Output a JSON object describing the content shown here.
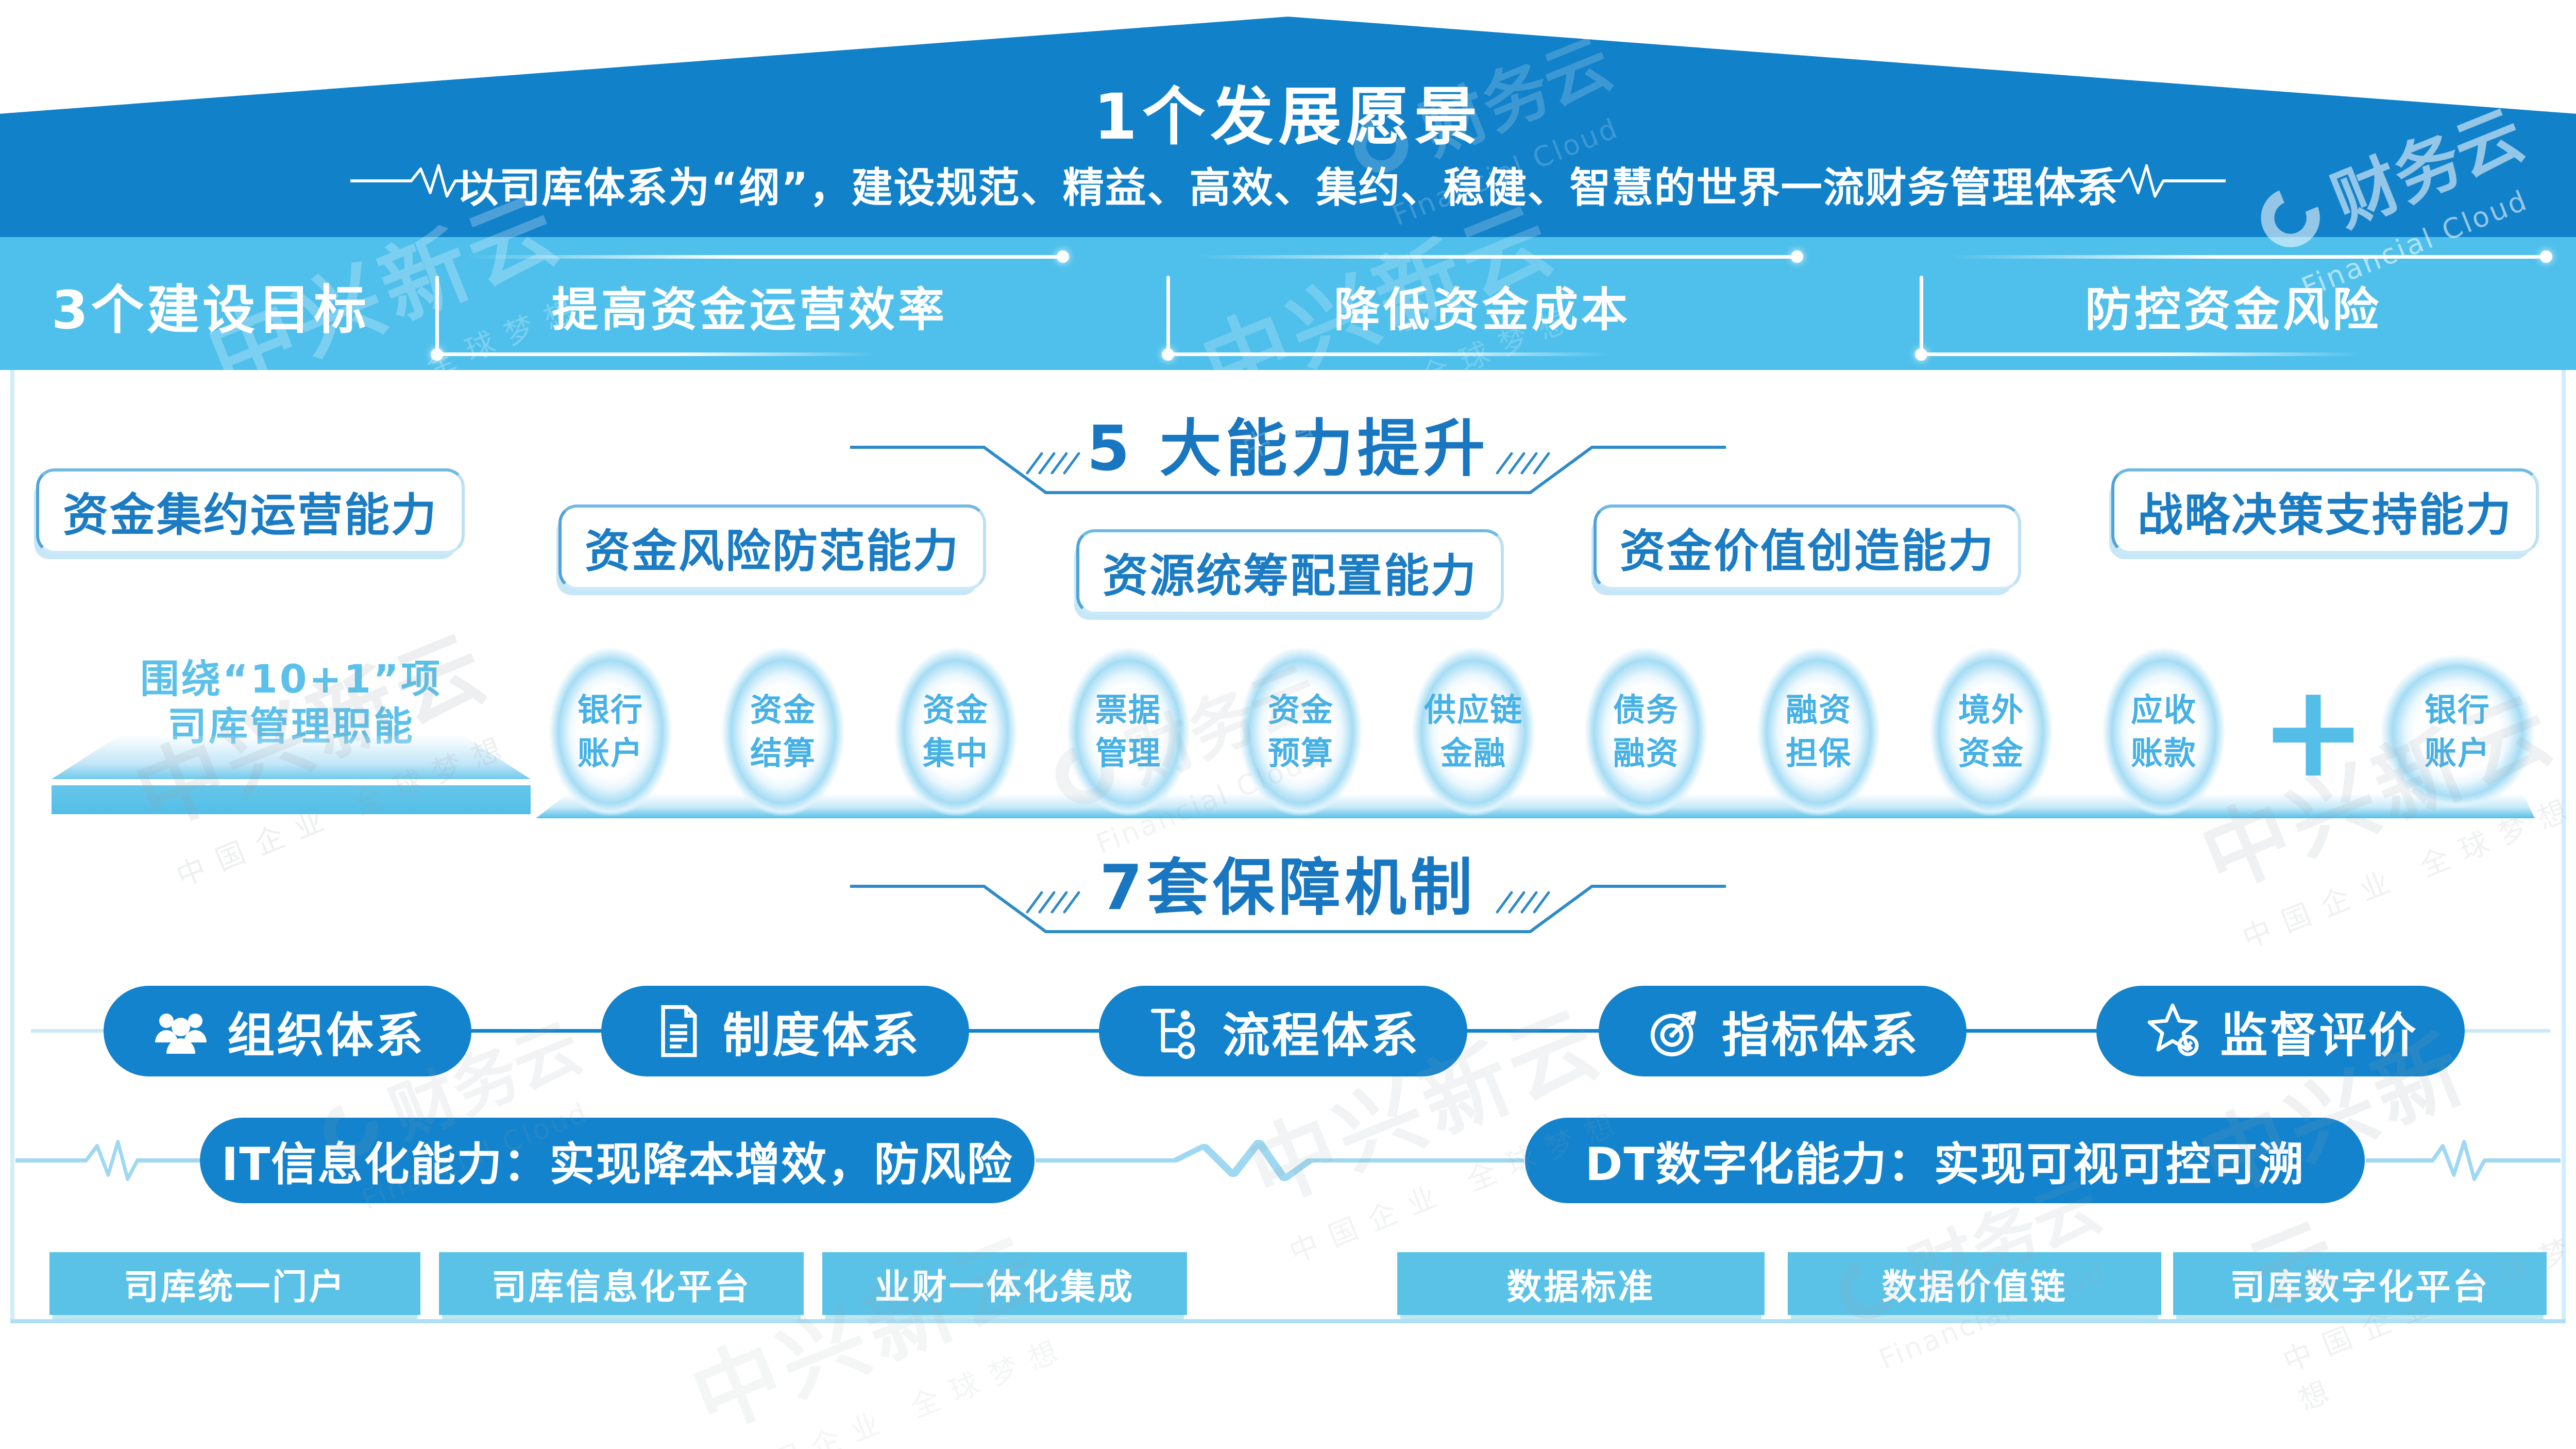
{
  "colors": {
    "header_blue": "#1181CA",
    "band_blue": "#4FC0EB",
    "deep_blue": "#1283CC",
    "title_blue": "#1877C0",
    "light_blue": "#5BC2E7",
    "circle_text": "#45B1E6"
  },
  "header": {
    "title": "1个发展愿景",
    "subtitle": "以司库体系为“纲”，建设规范、精益、高效、集约、稳健、智慧的世界一流财务管理体系"
  },
  "goals": {
    "label": "3个建设目标",
    "items": [
      {
        "label": "提高资金运营效率"
      },
      {
        "label": "降低资金成本"
      },
      {
        "label": "防控资金风险"
      }
    ]
  },
  "capabilities": {
    "title": "5 大能力提升",
    "items": [
      {
        "label": "资金集约运营能力"
      },
      {
        "label": "资金风险防范能力"
      },
      {
        "label": "资源统筹配置能力"
      },
      {
        "label": "资金价值创造能力"
      },
      {
        "label": "战略决策支持能力"
      }
    ]
  },
  "functions": {
    "caption_line1": "围绕“10+1”项",
    "caption_line2": "司库管理职能",
    "items": [
      {
        "l1": "银行",
        "l2": "账户"
      },
      {
        "l1": "资金",
        "l2": "结算"
      },
      {
        "l1": "资金",
        "l2": "集中"
      },
      {
        "l1": "票据",
        "l2": "管理"
      },
      {
        "l1": "资金",
        "l2": "预算"
      },
      {
        "l1": "供应链",
        "l2": "金融"
      },
      {
        "l1": "债务",
        "l2": "融资"
      },
      {
        "l1": "融资",
        "l2": "担保"
      },
      {
        "l1": "境外",
        "l2": "资金"
      },
      {
        "l1": "应收",
        "l2": "账款"
      }
    ],
    "plus_sign": "+",
    "extra": {
      "l1": "银行",
      "l2": "账户"
    }
  },
  "mechanisms": {
    "title": "7套保障机制",
    "pills": [
      {
        "label": "组织体系",
        "icon": "people-icon"
      },
      {
        "label": "制度体系",
        "icon": "document-icon"
      },
      {
        "label": "流程体系",
        "icon": "process-icon"
      },
      {
        "label": "指标体系",
        "icon": "target-icon"
      },
      {
        "label": "监督评价",
        "icon": "star-icon"
      }
    ],
    "bars": [
      {
        "label": "IT信息化能力：实现降本增效，防风险"
      },
      {
        "label": "DT数字化能力：实现可视可控可溯"
      }
    ]
  },
  "platforms": {
    "items": [
      {
        "label": "司库统一门户"
      },
      {
        "label": "司库信息化平台"
      },
      {
        "label": "业财一体化集成"
      },
      {
        "label": "数据标准"
      },
      {
        "label": "数据价值链"
      },
      {
        "label": "司库数字化平台"
      }
    ]
  },
  "watermark": {
    "brand": "中兴新云",
    "slogan": "中国企业 全球梦想",
    "product": "财务云",
    "product_en": "Financial Cloud"
  }
}
